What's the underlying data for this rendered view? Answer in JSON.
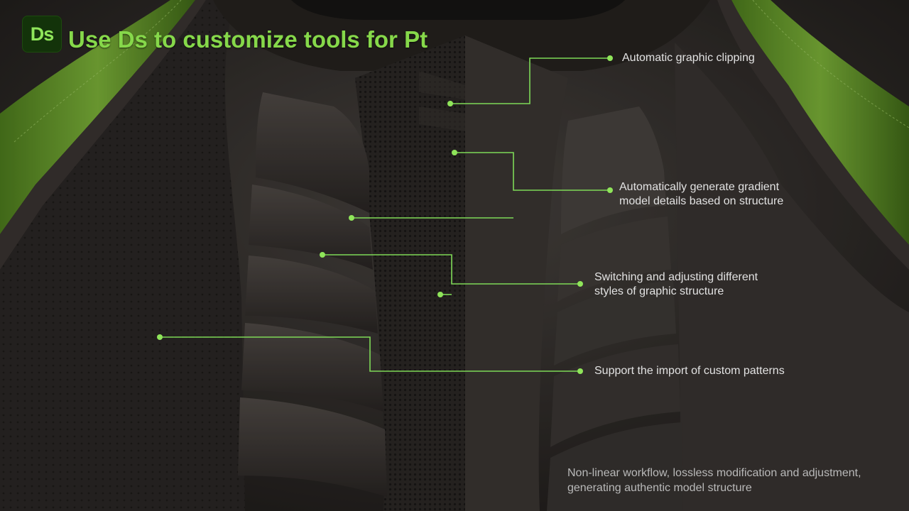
{
  "logo": {
    "text": "Ds"
  },
  "title": "Use Ds to customize tools for Pt",
  "annotations": [
    {
      "text": "Automatic graphic clipping"
    },
    {
      "line1": "Automatically generate gradient",
      "line2": "model details based on structure"
    },
    {
      "line1": "Switching and adjusting different",
      "line2": "styles of graphic structure"
    },
    {
      "text": "Support the import of custom patterns"
    }
  ],
  "footer": {
    "line1": "Non-linear workflow, lossless modification and adjustment,",
    "line2": "generating authentic model structure"
  },
  "colors": {
    "accent": "#86d84a",
    "line": "#7ed957",
    "leather": "#3a3633",
    "background": "#141414"
  }
}
